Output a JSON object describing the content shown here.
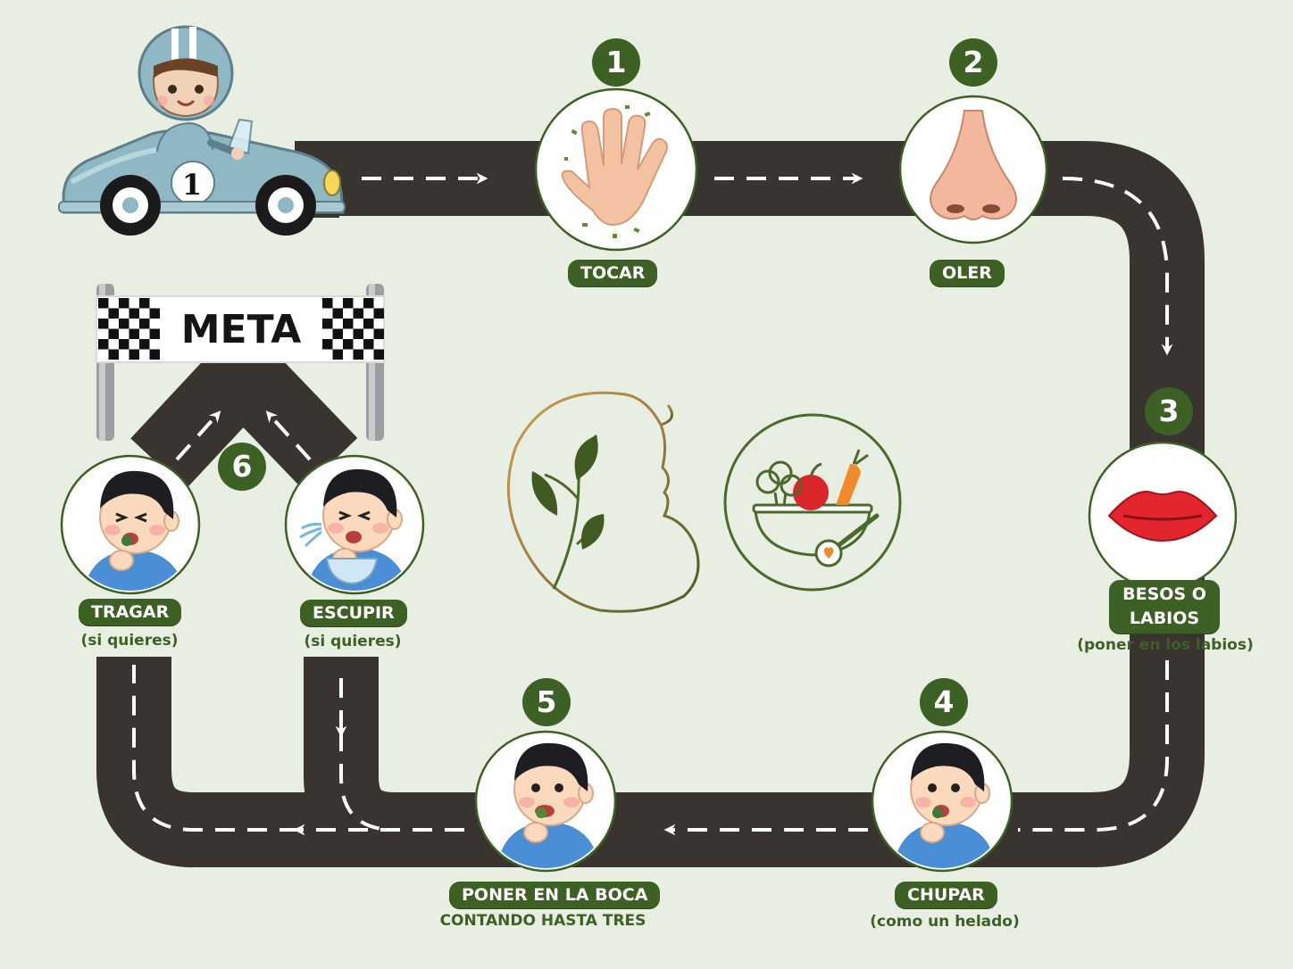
{
  "steps": [
    {
      "number": "1",
      "label": "TOCAR",
      "icon": "hand-icon"
    },
    {
      "number": "2",
      "label": "OLER",
      "icon": "nose-icon"
    },
    {
      "number": "3",
      "label": "BESOS O LABIOS",
      "subtitle": "(poner en los labios)",
      "icon": "lips-icon"
    },
    {
      "number": "4",
      "label": "CHUPAR",
      "subtitle": "(como un helado)",
      "icon": "child-licking-icon"
    },
    {
      "number": "5",
      "label": "PONER EN LA BOCA",
      "subtitle": "CONTANDO HASTA TRES",
      "icon": "child-eating-icon"
    },
    {
      "number": "6"
    }
  ],
  "endings": [
    {
      "label": "TRAGAR",
      "subtitle": "(si quieres)",
      "icon": "child-swallowing-icon"
    },
    {
      "label": "ESCUPIR",
      "subtitle": "(si quieres)",
      "icon": "child-spitting-icon"
    }
  ],
  "finish_banner": "META",
  "car_number": "1",
  "colors": {
    "background": "#e9eee3",
    "road": "#3a3430",
    "accent_green": "#3d6024",
    "circle_fill": "#ffffff"
  }
}
